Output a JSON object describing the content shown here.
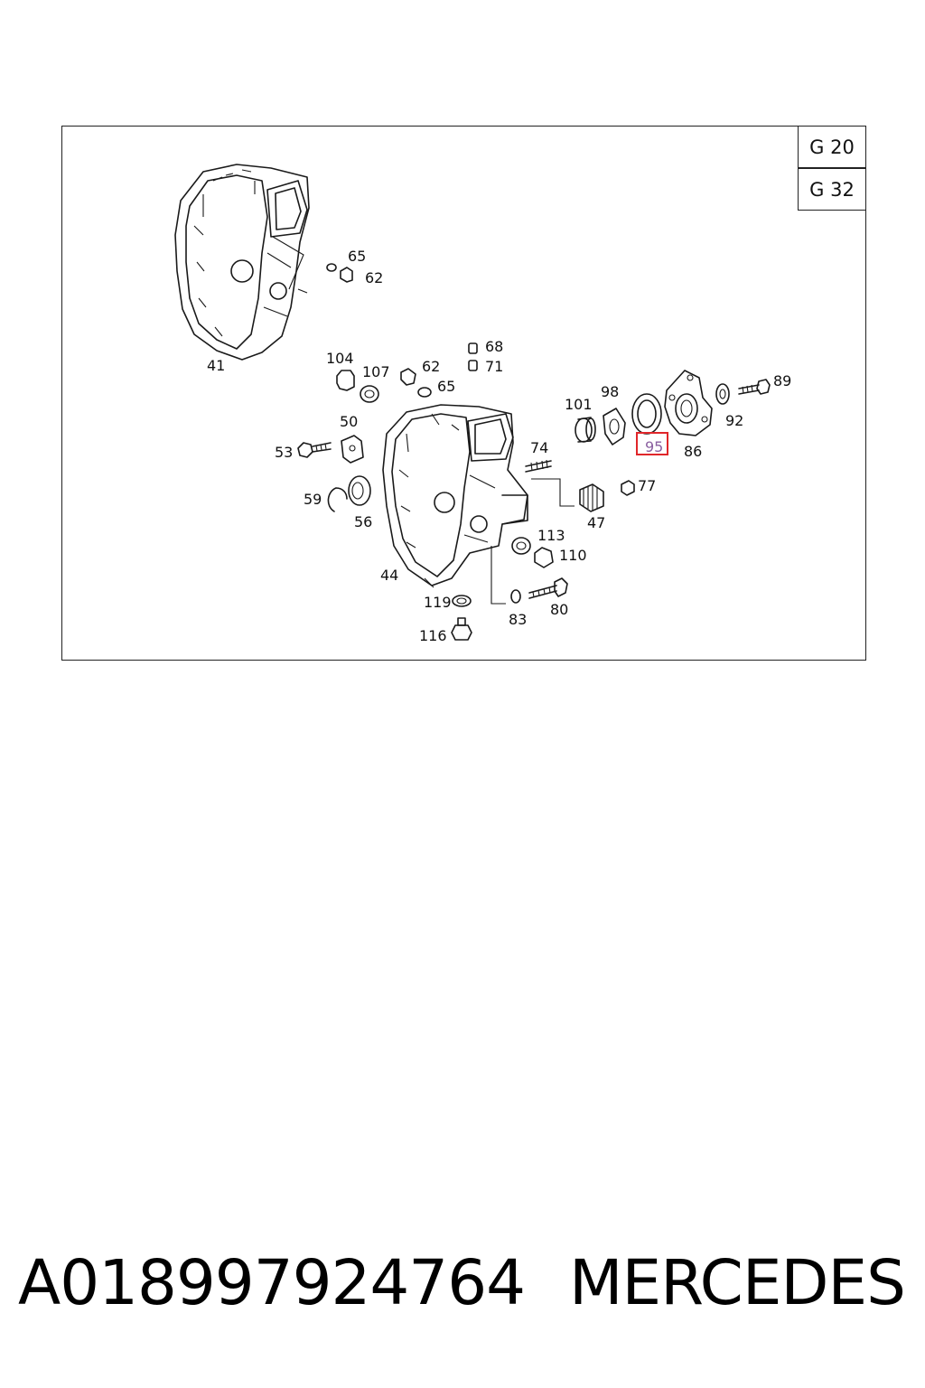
{
  "group_codes": [
    "G 20",
    "G 32"
  ],
  "callouts": {
    "c41": "41",
    "c65a": "65",
    "c62a": "62",
    "c68": "68",
    "c71": "71",
    "c104": "104",
    "c107": "107",
    "c62b": "62",
    "c65b": "65",
    "c50": "50",
    "c53": "53",
    "c59": "59",
    "c56": "56",
    "c44": "44",
    "c74": "74",
    "c101": "101",
    "c98": "98",
    "c95": "95",
    "c86": "86",
    "c92": "92",
    "c89": "89",
    "c77": "77",
    "c47": "47",
    "c113": "113",
    "c110": "110",
    "c119": "119",
    "c116": "116",
    "c83": "83",
    "c80": "80"
  },
  "highlighted_part": "95",
  "colors": {
    "highlight": "#e0262a",
    "highlight_text": "#8a5fa0"
  },
  "caption": {
    "part_number": "A018997924764",
    "brand": "MERCEDES"
  }
}
